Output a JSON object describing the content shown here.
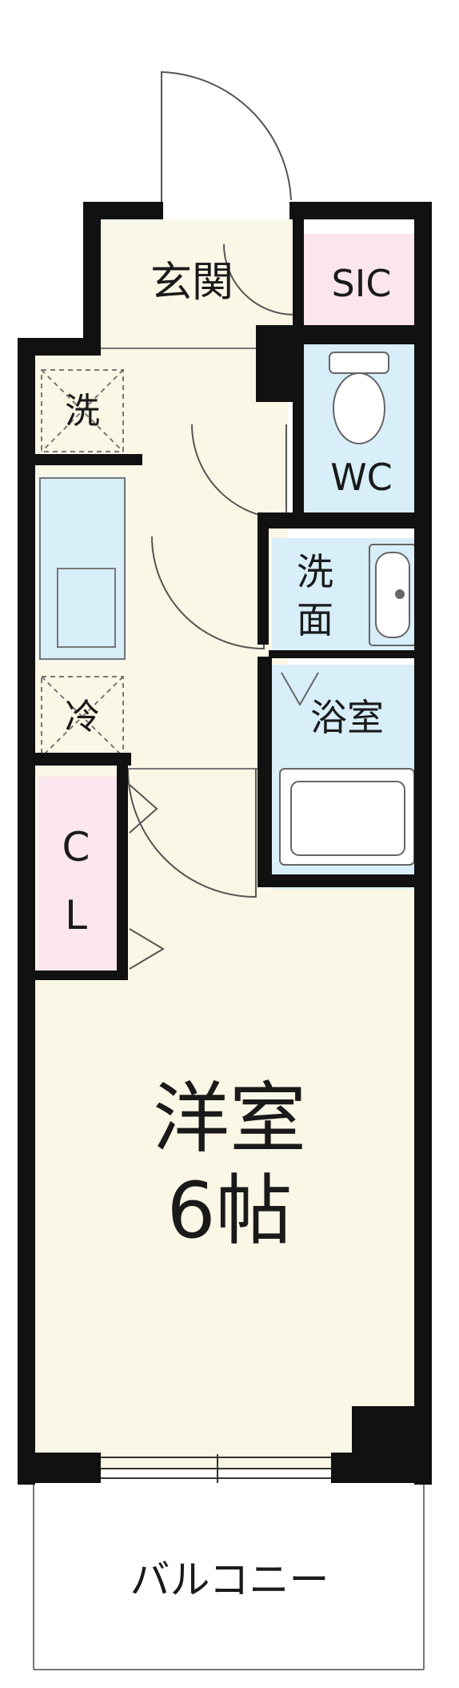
{
  "colors": {
    "wall": "#111111",
    "floor_main": "#fbf7e6",
    "closet_pink": "#fbe6ef",
    "wet_blue": "#d8eef9",
    "fixture_stroke": "#666666",
    "balcony": "#ffffff"
  },
  "rooms": {
    "entrance": "玄関",
    "sic": "SIC",
    "wc": "WC",
    "washstand": [
      "洗",
      "面"
    ],
    "bath": "浴室",
    "washer": "洗",
    "fridge": "冷",
    "closet": [
      "C",
      "L"
    ],
    "western_room": [
      "洋室",
      "6帖"
    ],
    "balcony": "バルコニー"
  }
}
